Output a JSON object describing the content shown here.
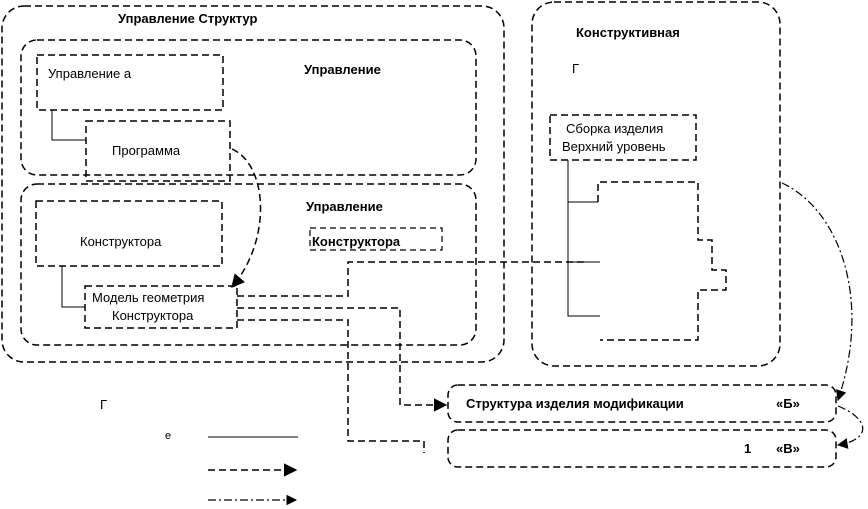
{
  "diagram": {
    "groups": {
      "structure_management": "Управление Структур",
      "design_management_top": "Управление",
      "design_management_bottom": "Управление",
      "design_management_bottom_sub": "Конструктора",
      "constructive": "Конструктивная",
      "constructive_sub": "Г"
    },
    "boxes": {
      "top_left_label": "Управление       а",
      "program_label": "Программа",
      "constructor_label": "Конструктора",
      "geometry_label_1": "Модель геометрия",
      "geometry_label_2": "Конструктора",
      "assembly_label_1": "Сборка изделия",
      "assembly_label_2": "Верхний уровень"
    },
    "targets": {
      "target_b_label": "Структура изделия модификации",
      "target_b_tag": "«Б»",
      "target_v_tag": "«В»",
      "target_v_num": "1"
    },
    "legend": {
      "title": "Г",
      "solid_text": "е"
    }
  }
}
